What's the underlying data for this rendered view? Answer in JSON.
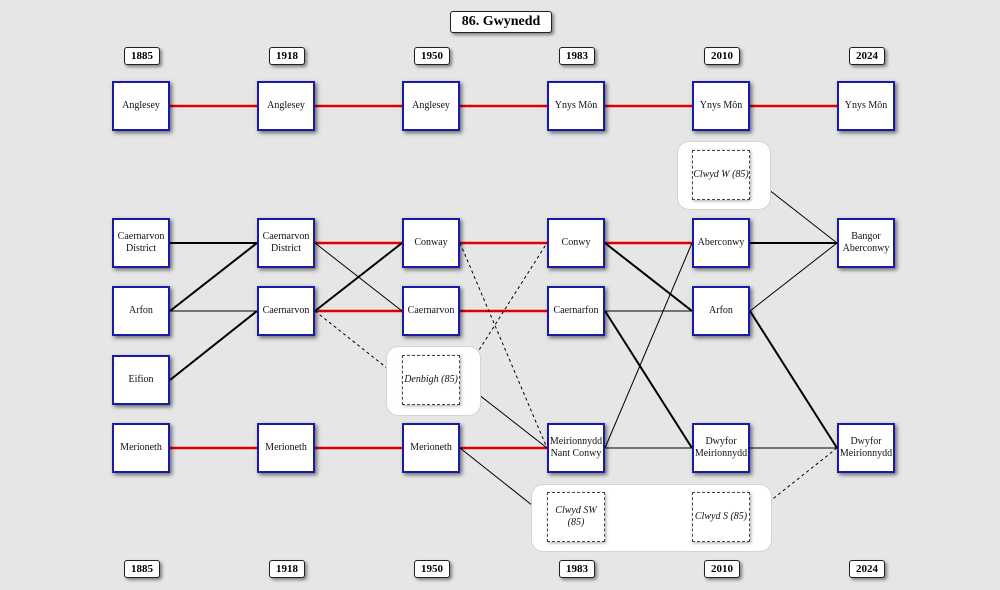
{
  "title": "86. Gwynedd",
  "years": [
    "1885",
    "1918",
    "1950",
    "1983",
    "2010",
    "2024"
  ],
  "colors": {
    "continuity": "#e00000",
    "link": "#000000",
    "node_border": "#1a1aa8"
  },
  "nodes": [
    {
      "id": "ang1885",
      "label": "Anglesey",
      "col": 0,
      "style": "solid"
    },
    {
      "id": "ang1918",
      "label": "Anglesey",
      "col": 1,
      "style": "solid"
    },
    {
      "id": "ang1950",
      "label": "Anglesey",
      "col": 2,
      "style": "solid"
    },
    {
      "id": "ym1983",
      "label": "Ynys Môn",
      "col": 3,
      "style": "solid"
    },
    {
      "id": "ym2010",
      "label": "Ynys Môn",
      "col": 4,
      "style": "solid"
    },
    {
      "id": "ym2024",
      "label": "Ynys Môn",
      "col": 5,
      "style": "solid"
    },
    {
      "id": "clwydw",
      "label": "Clwyd W (85)",
      "col": 4,
      "style": "dashed"
    },
    {
      "id": "cd1885",
      "label": "Caernarvon District",
      "col": 0,
      "style": "solid"
    },
    {
      "id": "cd1918",
      "label": "Caernarvon District",
      "col": 1,
      "style": "solid"
    },
    {
      "id": "conwy1950",
      "label": "Conway",
      "col": 2,
      "style": "solid"
    },
    {
      "id": "conwy1983",
      "label": "Conwy",
      "col": 3,
      "style": "solid"
    },
    {
      "id": "aberconwy2010",
      "label": "Aberconwy",
      "col": 4,
      "style": "solid"
    },
    {
      "id": "bangor2024",
      "label": "Bangor Aberconwy",
      "col": 5,
      "style": "solid"
    },
    {
      "id": "arfon1885",
      "label": "Arfon",
      "col": 0,
      "style": "solid"
    },
    {
      "id": "caern1918",
      "label": "Caernarvon",
      "col": 1,
      "style": "solid"
    },
    {
      "id": "caern1950",
      "label": "Caernarvon",
      "col": 2,
      "style": "solid"
    },
    {
      "id": "caernf1983",
      "label": "Caernarfon",
      "col": 3,
      "style": "solid"
    },
    {
      "id": "arfon2010",
      "label": "Arfon",
      "col": 4,
      "style": "solid"
    },
    {
      "id": "eifion1885",
      "label": "Eifion",
      "col": 0,
      "style": "solid"
    },
    {
      "id": "denbigh",
      "label": "Denbigh (85)",
      "col": 2,
      "style": "dashed"
    },
    {
      "id": "mer1885",
      "label": "Merioneth",
      "col": 0,
      "style": "solid"
    },
    {
      "id": "mer1918",
      "label": "Merioneth",
      "col": 1,
      "style": "solid"
    },
    {
      "id": "mer1950",
      "label": "Merioneth",
      "col": 2,
      "style": "solid"
    },
    {
      "id": "mnc1983",
      "label": "Meirionnydd Nant Conwy",
      "col": 3,
      "style": "solid"
    },
    {
      "id": "dm2010",
      "label": "Dwyfor Meirionnydd",
      "col": 4,
      "style": "solid"
    },
    {
      "id": "dm2024",
      "label": "Dwyfor Meirionnydd",
      "col": 5,
      "style": "solid"
    },
    {
      "id": "clwydsw",
      "label": "Clwyd SW (85)",
      "col": 3,
      "style": "dashed"
    },
    {
      "id": "clwyds",
      "label": "Clwyd S (85)",
      "col": 4,
      "style": "dashed"
    }
  ],
  "edges": [
    {
      "from": "ang1885",
      "to": "ang1918",
      "type": "continuity"
    },
    {
      "from": "ang1918",
      "to": "ang1950",
      "type": "continuity"
    },
    {
      "from": "ang1950",
      "to": "ym1983",
      "type": "continuity"
    },
    {
      "from": "ym1983",
      "to": "ym2010",
      "type": "continuity"
    },
    {
      "from": "ym2010",
      "to": "ym2024",
      "type": "continuity"
    },
    {
      "from": "cd1918",
      "to": "conwy1950",
      "type": "continuity"
    },
    {
      "from": "conwy1950",
      "to": "conwy1983",
      "type": "continuity"
    },
    {
      "from": "conwy1983",
      "to": "aberconwy2010",
      "type": "continuity"
    },
    {
      "from": "caern1918",
      "to": "caern1950",
      "type": "continuity"
    },
    {
      "from": "caern1950",
      "to": "caernf1983",
      "type": "continuity"
    },
    {
      "from": "mer1885",
      "to": "mer1918",
      "type": "continuity"
    },
    {
      "from": "mer1918",
      "to": "mer1950",
      "type": "continuity"
    },
    {
      "from": "mer1950",
      "to": "mnc1983",
      "type": "continuity"
    },
    {
      "from": "cd1885",
      "to": "cd1918",
      "type": "major"
    },
    {
      "from": "arfon1885",
      "to": "cd1918",
      "type": "major"
    },
    {
      "from": "arfon1885",
      "to": "caern1918",
      "type": "minor"
    },
    {
      "from": "eifion1885",
      "to": "caern1918",
      "type": "major"
    },
    {
      "from": "caern1918",
      "to": "conwy1950",
      "type": "major"
    },
    {
      "from": "cd1918",
      "to": "caern1950",
      "type": "minor"
    },
    {
      "from": "caern1918",
      "to": "denbigh",
      "type": "dashed"
    },
    {
      "from": "denbigh",
      "to": "conwy1983",
      "type": "dashed"
    },
    {
      "from": "conwy1950",
      "to": "mnc1983",
      "type": "dashed"
    },
    {
      "from": "denbigh",
      "to": "mnc1983",
      "type": "minor"
    },
    {
      "from": "mer1950",
      "to": "clwydsw",
      "type": "minor"
    },
    {
      "from": "conwy1983",
      "to": "arfon2010",
      "type": "major"
    },
    {
      "from": "caernf1983",
      "to": "arfon2010",
      "type": "minor"
    },
    {
      "from": "caernf1983",
      "to": "dm2010",
      "type": "major"
    },
    {
      "from": "mnc1983",
      "to": "aberconwy2010",
      "type": "minor"
    },
    {
      "from": "mnc1983",
      "to": "dm2010",
      "type": "minor"
    },
    {
      "from": "aberconwy2010",
      "to": "bangor2024",
      "type": "major"
    },
    {
      "from": "clwydw",
      "to": "bangor2024",
      "type": "minor"
    },
    {
      "from": "arfon2010",
      "to": "bangor2024",
      "type": "minor"
    },
    {
      "from": "arfon2010",
      "to": "dm2024",
      "type": "major"
    },
    {
      "from": "dm2010",
      "to": "dm2024",
      "type": "minor"
    },
    {
      "from": "clwyds",
      "to": "dm2024",
      "type": "dashed"
    }
  ]
}
